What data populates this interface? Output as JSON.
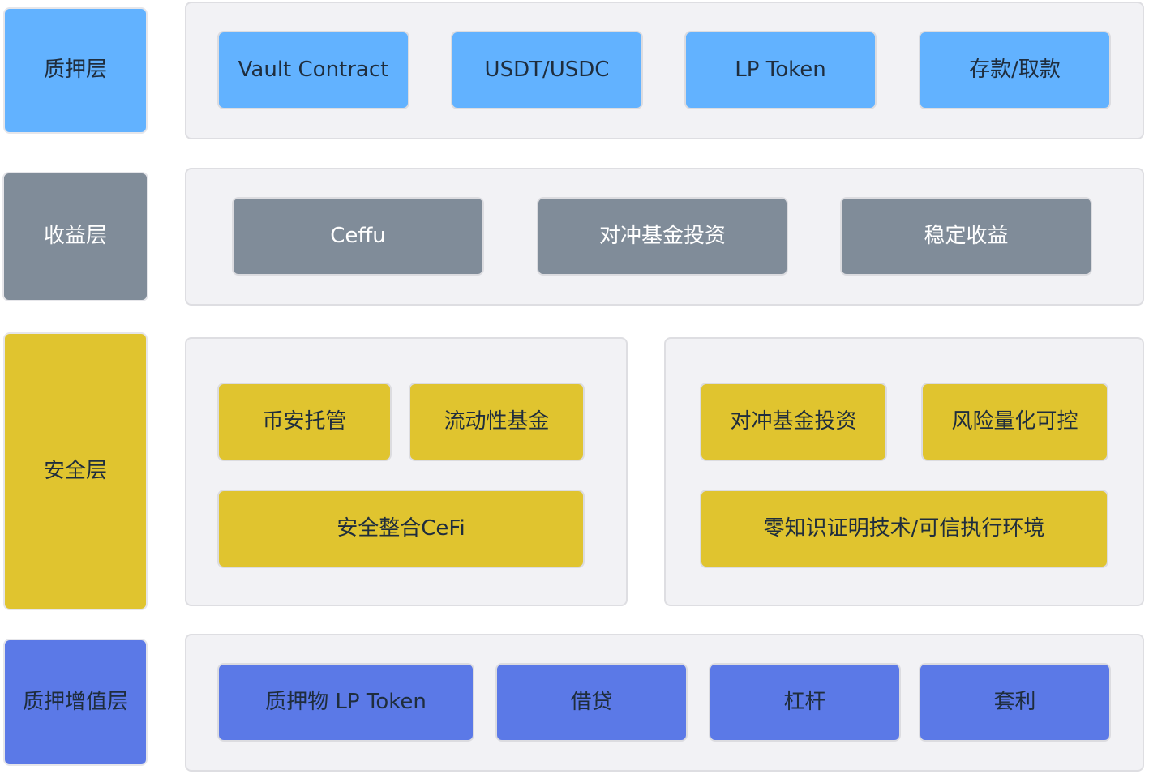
{
  "layers": [
    {
      "label": "质押层",
      "color": "#62b2ff",
      "items": [
        "Vault Contract",
        "USDT/USDC",
        "LP Token",
        "存款/取款"
      ]
    },
    {
      "label": "收益层",
      "color": "#808c99",
      "items": [
        "Ceffu",
        "对冲基金投资",
        "稳定收益"
      ]
    },
    {
      "label": "安全层",
      "color": "#e0c42f",
      "groups": [
        {
          "items": [
            "币安托管",
            "流动性基金",
            "安全整合CeFi"
          ]
        },
        {
          "items": [
            "对冲基金投资",
            "风险量化可控",
            "零知识证明技术/可信执行环境"
          ]
        }
      ]
    },
    {
      "label": "质押增值层",
      "color": "#5b79e7",
      "items": [
        "质押物 LP Token",
        "借贷",
        "杠杆",
        "套利"
      ]
    }
  ]
}
